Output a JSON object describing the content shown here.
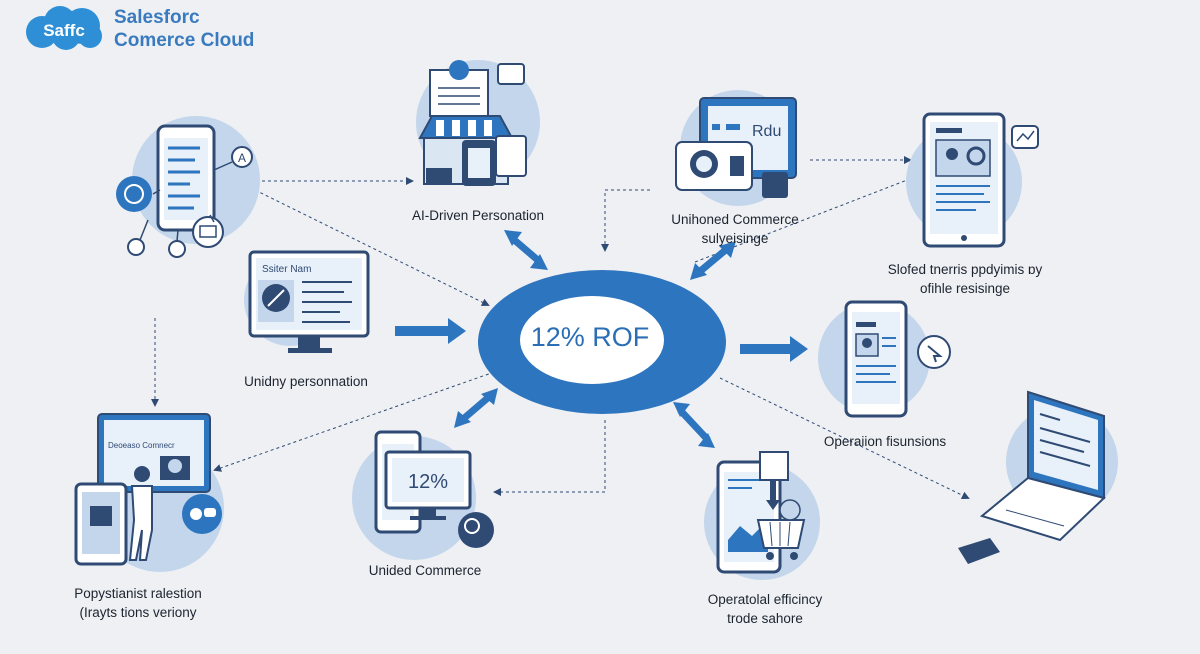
{
  "brand": {
    "logo_text": "Saffc",
    "name_line1": "Salesforc",
    "name_line2": "Comerce Cloud"
  },
  "center": {
    "label": "12% ROF"
  },
  "nodes": {
    "ai_personation": {
      "label": "AI-Driven Personation"
    },
    "unified_commerce_top": {
      "line1": "Unihoned Commerce",
      "line2": "sulyeisinge"
    },
    "sloted": {
      "line1": "Slofed tnerris ppdyimis ɒy",
      "line2": "ofihle resisinge"
    },
    "unidny": {
      "label": "Unidny personnation",
      "screen_title": "Ssiter Nam"
    },
    "operation_fisunsions": {
      "label": "Operaiion fisunsions"
    },
    "popystianist": {
      "line1": "Popystianist ralestion",
      "line2": "(Irayts tions veriony",
      "screen_title": "Deoeaso Comnecr"
    },
    "unided_commerce": {
      "label": "Unided Commerce",
      "screen_value": "12%"
    },
    "operational_efficiency": {
      "line1": "Operatolal efficincy",
      "line2": "trode sahore"
    },
    "unified_top_screen": {
      "screen_text": "Rdu"
    }
  },
  "colors": {
    "primary": "#2e75c0",
    "light_circle": "#c3d6ec",
    "dark_line": "#2f4a73",
    "background": "#eef0f3"
  }
}
